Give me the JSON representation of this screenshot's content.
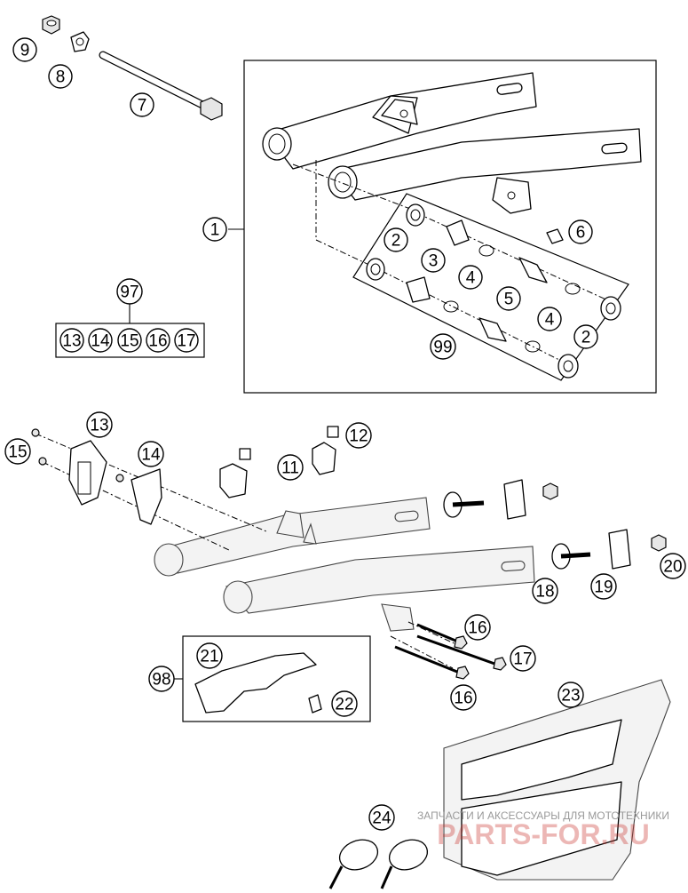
{
  "callouts": {
    "c1": "1",
    "c2a": "2",
    "c2b": "2",
    "c3": "3",
    "c4a": "4",
    "c4b": "4",
    "c5": "5",
    "c6": "6",
    "c7": "7",
    "c8": "8",
    "c9": "9",
    "c11": "11",
    "c12": "12",
    "c13": "13",
    "c14": "14",
    "c15": "15",
    "c16a": "16",
    "c16b": "16",
    "c17": "17",
    "c18": "18",
    "c19": "19",
    "c20": "20",
    "c21": "21",
    "c22": "22",
    "c23": "23",
    "c24": "24",
    "c97": "97",
    "c98": "98",
    "c99": "99",
    "k13": "13",
    "k14": "14",
    "k15": "15",
    "k16": "16",
    "k17": "17"
  },
  "watermark": {
    "tagline": "ЗАПЧАСТИ И АКСЕССУАРЫ ДЛЯ МОТОТЕХНИКИ",
    "brand": "PARTS-FOR.RU"
  },
  "colors": {
    "line": "#000000",
    "watermark": "#c8302c",
    "fill": "#ffffff"
  }
}
